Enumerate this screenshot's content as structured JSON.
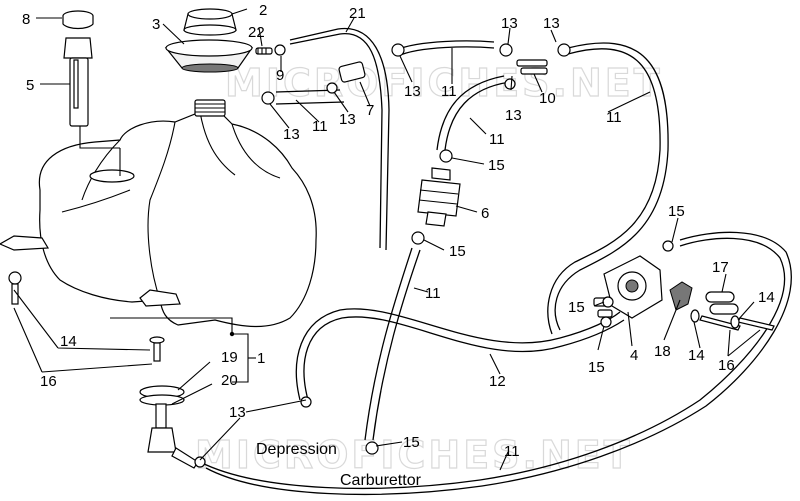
{
  "watermark": "MICROFICHES.NET",
  "callouts": {
    "c1": "1",
    "c2": "2",
    "c3": "3",
    "c4": "4",
    "c5": "5",
    "c6": "6",
    "c7": "7",
    "c8": "8",
    "c9": "9",
    "c10": "10",
    "c11a": "11",
    "c11b": "11",
    "c11c": "11",
    "c11d": "11",
    "c11e": "11",
    "c11f": "11",
    "c12": "12",
    "c13a": "13",
    "c13b": "13",
    "c13c": "13",
    "c13d": "13",
    "c13e": "13",
    "c13f": "13",
    "c13g": "13",
    "c14a": "14",
    "c14b": "14",
    "c14c": "14",
    "c15a": "15",
    "c15b": "15",
    "c15c": "15",
    "c15d": "15",
    "c15e": "15",
    "c15f": "15",
    "c16a": "16",
    "c16b": "16",
    "c17": "17",
    "c18": "18",
    "c19": "19",
    "c20": "20",
    "c21": "21",
    "c22": "22"
  },
  "labels": {
    "depression": "Depression",
    "carburettor": "Carburettor"
  }
}
